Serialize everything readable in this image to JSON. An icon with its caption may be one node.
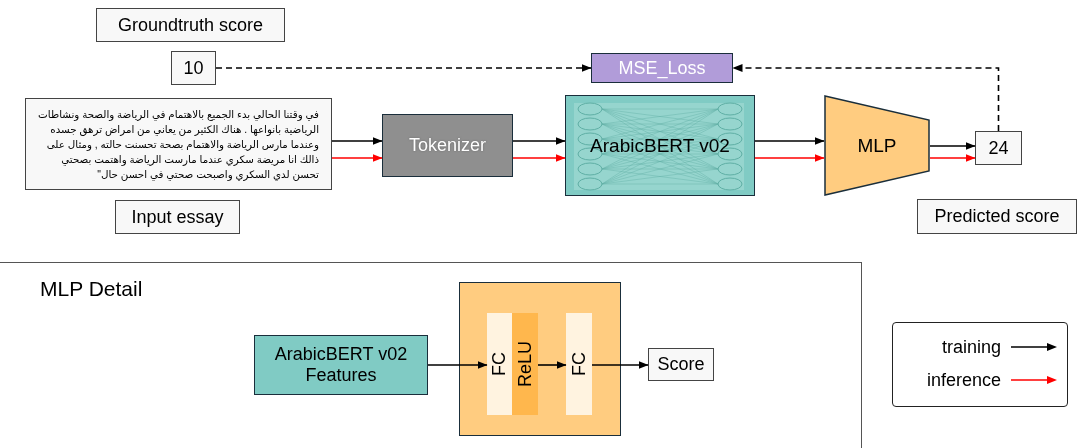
{
  "diagram": {
    "nodes": [
      {
        "text": [
          "Groundtruth score"
        ]
      },
      {
        "text": [
          "10"
        ]
      },
      {
        "text": [
          "MSE_Loss"
        ]
      },
      {
        "text": [
          "في وقتنا الحالي بدء الجميع بالاهتمام في الرياضة والصحة ونشاطات الرياضية بانواعها .  هناك الكثير من يعاني من امراض ترهق جسده وعندما مارس الرياضة والاهتمام بصحة تحسنت حالته , ومثال على ذالك انا مريضة سكري عندما مارست الرياضة واهتمت بصحتي تحسن لدي السكري  واصبحت صحتي في احسن حال\""
        ]
      },
      {
        "text": [
          "Tokenizer"
        ]
      },
      {
        "text": [
          "ArabicBERT v02"
        ]
      },
      {
        "text": [
          "MLP"
        ]
      },
      {
        "text": [
          "24"
        ]
      },
      {
        "text": [
          "Input essay"
        ]
      },
      {
        "text": [
          "Predicted score"
        ]
      },
      {
        "text": [
          "MLP Detail"
        ]
      },
      {
        "text": [
          "ArabicBERT v02 Features"
        ],
        "in": 10
      },
      {
        "text": [],
        "shape": "box",
        "in": 10
      },
      {
        "text": [
          "FC"
        ],
        "in": 12
      },
      {
        "text": [
          "ReLU"
        ],
        "in": 12
      },
      {
        "text": [
          "FC"
        ],
        "in": 12
      },
      {
        "text": [
          "Score"
        ],
        "in": 10
      }
    ],
    "edges": [
      {
        "from": 3,
        "to": 4,
        "arrow": "to"
      },
      {
        "from": 3,
        "to": 4,
        "arrow": "to",
        "color": "#ff0000"
      },
      {
        "from": 4,
        "to": 5,
        "arrow": "to"
      },
      {
        "from": 4,
        "to": 5,
        "arrow": "to",
        "color": "#ff0000"
      },
      {
        "from": 5,
        "to": 6,
        "arrow": "to"
      },
      {
        "from": 5,
        "to": 6,
        "arrow": "to",
        "color": "#ff0000"
      },
      {
        "from": 6,
        "to": 7,
        "arrow": "to"
      },
      {
        "from": 6,
        "to": 7,
        "arrow": "to",
        "color": "#ff0000"
      },
      {
        "from": 1,
        "to": 2,
        "arrow": "to",
        "style": "dashed"
      },
      {
        "from": 7,
        "to": 2,
        "arrow": "to",
        "style": "dashed"
      },
      {
        "from": 11,
        "to": 13,
        "arrow": "to"
      },
      {
        "from": 14,
        "to": 15,
        "arrow": "to"
      },
      {
        "from": 15,
        "to": 16,
        "arrow": "to"
      }
    ],
    "legend": [
      {
        "text": "training"
      },
      {
        "text": "inference"
      }
    ]
  }
}
